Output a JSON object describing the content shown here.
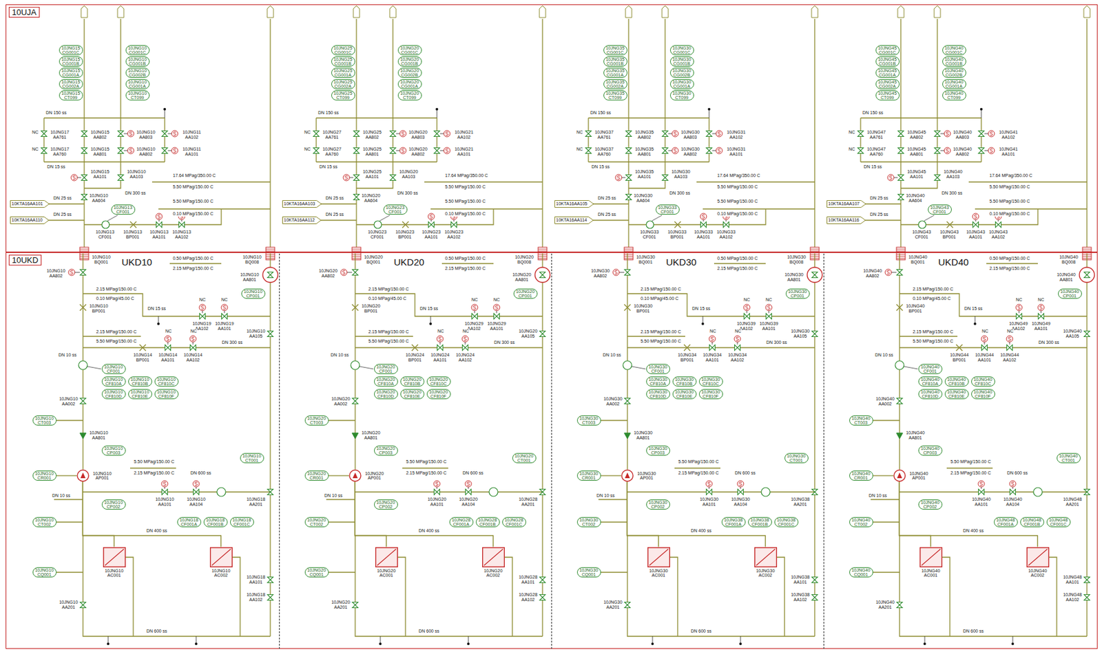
{
  "diagram": {
    "nodes": [
      {
        "text": [
          "10UJA"
        ]
      },
      {
        "text": [
          "10JNG15 CG001C"
        ],
        "in": 0
      },
      {
        "text": [
          "10JNG15 CG001B"
        ],
        "in": 0
      },
      {
        "text": [
          "10JNG15 CG001A"
        ],
        "in": 0
      },
      {
        "text": [
          "10JNG15 CG002A"
        ],
        "in": 0
      },
      {
        "text": [
          "10JNG15 CT099"
        ],
        "in": 0
      },
      {
        "text": [
          "10JNG10 CG001C"
        ],
        "in": 0
      },
      {
        "text": [
          "10JNG10 CG001B"
        ],
        "in": 0
      },
      {
        "text": [
          "10JNG10 CG002B"
        ],
        "in": 0
      },
      {
        "text": [
          "10JNG10 CG001A"
        ],
        "in": 0
      },
      {
        "text": [
          "10JNG10 CT099"
        ],
        "in": 0
      },
      {
        "text": [
          "10JNG13 CF001"
        ],
        "in": 0
      },
      {
        "text": [
          "10KTA16AA101"
        ],
        "in": 0
      },
      {
        "text": [
          "10KTA16AA110"
        ],
        "in": 0
      },
      {
        "text": [
          "10JNG25 CG001C"
        ],
        "in": 0
      },
      {
        "text": [
          "10JNG25 CG001B"
        ],
        "in": 0
      },
      {
        "text": [
          "10JNG25 CG001A"
        ],
        "in": 0
      },
      {
        "text": [
          "10JNG25 CG002A"
        ],
        "in": 0
      },
      {
        "text": [
          "10JNG25 CT099"
        ],
        "in": 0
      },
      {
        "text": [
          "10JNG20 CG001C"
        ],
        "in": 0
      },
      {
        "text": [
          "10JNG20 CG001B"
        ],
        "in": 0
      },
      {
        "text": [
          "10JNG20 CG002B"
        ],
        "in": 0
      },
      {
        "text": [
          "10JNG20 CG001A"
        ],
        "in": 0
      },
      {
        "text": [
          "10JNG20 CT099"
        ],
        "in": 0
      },
      {
        "text": [
          "10JNG23 CF001"
        ],
        "in": 0
      },
      {
        "text": [
          "10KTA16AA103"
        ],
        "in": 0
      },
      {
        "text": [
          "10KTA16AA112"
        ],
        "in": 0
      },
      {
        "text": [
          "10JNG35 CG001C"
        ],
        "in": 0
      },
      {
        "text": [
          "10JNG35 CG001B"
        ],
        "in": 0
      },
      {
        "text": [
          "10JNG35 CG001A"
        ],
        "in": 0
      },
      {
        "text": [
          "10JNG35 CG002A"
        ],
        "in": 0
      },
      {
        "text": [
          "10JNG35 CT099"
        ],
        "in": 0
      },
      {
        "text": [
          "10JNG30 CG001C"
        ],
        "in": 0
      },
      {
        "text": [
          "10JNG30 CG001B"
        ],
        "in": 0
      },
      {
        "text": [
          "10JNG30 CG002B"
        ],
        "in": 0
      },
      {
        "text": [
          "10JNG30 CG001A"
        ],
        "in": 0
      },
      {
        "text": [
          "10JNG30 CT099"
        ],
        "in": 0
      },
      {
        "text": [
          "10JNG33 CF001"
        ],
        "in": 0
      },
      {
        "text": [
          "10KTA16AA105"
        ],
        "in": 0
      },
      {
        "text": [
          "10KTA16AA114"
        ],
        "in": 0
      },
      {
        "text": [
          "10JNG45 CG001C"
        ],
        "in": 0
      },
      {
        "text": [
          "10JNG45 CG001B"
        ],
        "in": 0
      },
      {
        "text": [
          "10JNG45 CG001A"
        ],
        "in": 0
      },
      {
        "text": [
          "10JNG45 CG002A"
        ],
        "in": 0
      },
      {
        "text": [
          "10JNG45 CT099"
        ],
        "in": 0
      },
      {
        "text": [
          "10JNG40 CG001C"
        ],
        "in": 0
      },
      {
        "text": [
          "10JNG40 CG001B"
        ],
        "in": 0
      },
      {
        "text": [
          "10JNG40 CG002B"
        ],
        "in": 0
      },
      {
        "text": [
          "10JNG40 CG001A"
        ],
        "in": 0
      },
      {
        "text": [
          "10JNG40 CT099"
        ],
        "in": 0
      },
      {
        "text": [
          "10JNG43 CF001"
        ],
        "in": 0
      },
      {
        "text": [
          "10KTA16AA107"
        ],
        "in": 0
      },
      {
        "text": [
          "10KTA16AA116"
        ],
        "in": 0
      },
      {
        "text": [
          "10UKD"
        ]
      },
      {
        "text": [
          "UKD10"
        ],
        "in": 53
      },
      {
        "text": [
          "10JNG10 CP001"
        ],
        "in": 54
      },
      {
        "text": [
          "10JNG10 CF001"
        ],
        "in": 54
      },
      {
        "text": [
          "10JNG10 CF810A"
        ],
        "in": 54
      },
      {
        "text": [
          "10JNG10 CF810B"
        ],
        "in": 54
      },
      {
        "text": [
          "10JNG10 CF810C"
        ],
        "in": 54
      },
      {
        "text": [
          "10JNG10 CF810D"
        ],
        "in": 54
      },
      {
        "text": [
          "10JNG10 CF810E"
        ],
        "in": 54
      },
      {
        "text": [
          "10JNG10 CF810F"
        ],
        "in": 54
      },
      {
        "text": [
          "10JNG10 CT003"
        ],
        "in": 54
      },
      {
        "text": [
          "10JNG10 CP003"
        ],
        "in": 54
      },
      {
        "text": [
          "10JNG10 CT001"
        ],
        "in": 54
      },
      {
        "text": [
          "10JNG10 CR001"
        ],
        "in": 54
      },
      {
        "text": [
          "10JNG10 CP002"
        ],
        "in": 54
      },
      {
        "text": [
          "10JNG10 CT002"
        ],
        "in": 54
      },
      {
        "text": [
          "10JNG10 CQ001"
        ],
        "in": 54
      },
      {
        "text": [
          "10JNG18 CF001A"
        ],
        "in": 54
      },
      {
        "text": [
          "10JNG18 CF001B"
        ],
        "in": 54
      },
      {
        "text": [
          "10JNG18 CF001C"
        ],
        "in": 54
      },
      {
        "text": [
          "10JNG10 AP001"
        ],
        "in": 54
      },
      {
        "text": [
          "10JNG10 AC001"
        ],
        "in": 54
      },
      {
        "text": [
          "10JNG10 AC002"
        ],
        "in": 54
      },
      {
        "text": [
          "UKD20"
        ],
        "in": 53
      },
      {
        "text": [
          "10JNG20 CP001"
        ],
        "in": 76
      },
      {
        "text": [
          "10JNG20 CF001"
        ],
        "in": 76
      },
      {
        "text": [
          "10JNG20 CF810A"
        ],
        "in": 76
      },
      {
        "text": [
          "10JNG20 CF810B"
        ],
        "in": 76
      },
      {
        "text": [
          "10JNG20 CF810C"
        ],
        "in": 76
      },
      {
        "text": [
          "10JNG20 CF810D"
        ],
        "in": 76
      },
      {
        "text": [
          "10JNG20 CF810E"
        ],
        "in": 76
      },
      {
        "text": [
          "10JNG20 CF810F"
        ],
        "in": 76
      },
      {
        "text": [
          "10JNG20 CT003"
        ],
        "in": 76
      },
      {
        "text": [
          "10JNG20 CP003"
        ],
        "in": 76
      },
      {
        "text": [
          "10JNG20 CT001"
        ],
        "in": 76
      },
      {
        "text": [
          "10JNG20 CR001"
        ],
        "in": 76
      },
      {
        "text": [
          "10JNG20 CP002"
        ],
        "in": 76
      },
      {
        "text": [
          "10JNG20 CT002"
        ],
        "in": 76
      },
      {
        "text": [
          "10JNG20 CQ001"
        ],
        "in": 76
      },
      {
        "text": [
          "10JNG28 CF001A"
        ],
        "in": 76
      },
      {
        "text": [
          "10JNG28 CF001B"
        ],
        "in": 76
      },
      {
        "text": [
          "10JNG28 CF001C"
        ],
        "in": 76
      },
      {
        "text": [
          "10JNG20 AP001"
        ],
        "in": 76
      },
      {
        "text": [
          "10JNG20 AC001"
        ],
        "in": 76
      },
      {
        "text": [
          "10JNG20 AC002"
        ],
        "in": 76
      },
      {
        "text": [
          "UKD30"
        ],
        "in": 53
      },
      {
        "text": [
          "10JNG30 CP001"
        ],
        "in": 98
      },
      {
        "text": [
          "10JNG30 CF001"
        ],
        "in": 98
      },
      {
        "text": [
          "10JNG30 CF810A"
        ],
        "in": 98
      },
      {
        "text": [
          "10JNG30 CF810B"
        ],
        "in": 98
      },
      {
        "text": [
          "10JNG30 CF810C"
        ],
        "in": 98
      },
      {
        "text": [
          "10JNG30 CF810D"
        ],
        "in": 98
      },
      {
        "text": [
          "10JNG30 CF810E"
        ],
        "in": 98
      },
      {
        "text": [
          "10JNG30 CF810F"
        ],
        "in": 98
      },
      {
        "text": [
          "10JNG30 CT003"
        ],
        "in": 98
      },
      {
        "text": [
          "10JNG30 CP003"
        ],
        "in": 98
      },
      {
        "text": [
          "10JNG30 CT001"
        ],
        "in": 98
      },
      {
        "text": [
          "10JNG30 CR001"
        ],
        "in": 98
      },
      {
        "text": [
          "10JNG30 CP002"
        ],
        "in": 98
      },
      {
        "text": [
          "10JNG30 CT002"
        ],
        "in": 98
      },
      {
        "text": [
          "10JNG30 CQ001"
        ],
        "in": 98
      },
      {
        "text": [
          "10JNG38 CF001A"
        ],
        "in": 98
      },
      {
        "text": [
          "10JNG38 CF001B"
        ],
        "in": 98
      },
      {
        "text": [
          "10JNG38 CF001C"
        ],
        "in": 98
      },
      {
        "text": [
          "10JNG30 AP001"
        ],
        "in": 98
      },
      {
        "text": [
          "10JNG30 AC001"
        ],
        "in": 98
      },
      {
        "text": [
          "10JNG30 AC002"
        ],
        "in": 98
      },
      {
        "text": [
          "UKD40"
        ],
        "in": 53
      },
      {
        "text": [
          "10JNG40 CP001"
        ],
        "in": 120
      },
      {
        "text": [
          "10JNG40 CF001"
        ],
        "in": 120
      },
      {
        "text": [
          "10JNG40 CF810A"
        ],
        "in": 120
      },
      {
        "text": [
          "10JNG40 CF810B"
        ],
        "in": 120
      },
      {
        "text": [
          "10JNG40 CF810C"
        ],
        "in": 120
      },
      {
        "text": [
          "10JNG40 CF810D"
        ],
        "in": 120
      },
      {
        "text": [
          "10JNG40 CF810E"
        ],
        "in": 120
      },
      {
        "text": [
          "10JNG40 CF810F"
        ],
        "in": 120
      },
      {
        "text": [
          "10JNG40 CT003"
        ],
        "in": 120
      },
      {
        "text": [
          "10JNG40 CP003"
        ],
        "in": 120
      },
      {
        "text": [
          "10JNG40 CT001"
        ],
        "in": 120
      },
      {
        "text": [
          "10JNG40 CR001"
        ],
        "in": 120
      },
      {
        "text": [
          "10JNG40 CP002"
        ],
        "in": 120
      },
      {
        "text": [
          "10JNG40 CT002"
        ],
        "in": 120
      },
      {
        "text": [
          "10JNG40 CQ001"
        ],
        "in": 120
      },
      {
        "text": [
          "10JNG48 CF001A"
        ],
        "in": 120
      },
      {
        "text": [
          "10JNG48 CF001B"
        ],
        "in": 120
      },
      {
        "text": [
          "10JNG48 CF001C"
        ],
        "in": 120
      },
      {
        "text": [
          "10JNG40 AP001"
        ],
        "in": 120
      },
      {
        "text": [
          "10JNG40 AC001"
        ],
        "in": 120
      },
      {
        "text": [
          "10JNG40 AC002"
        ],
        "in": 120
      }
    ],
    "edges": [
      {
        "from": 73,
        "to": 74,
        "arrow": "none"
      },
      {
        "from": 73,
        "to": 75,
        "arrow": "none"
      },
      {
        "from": 95,
        "to": 96,
        "arrow": "none"
      },
      {
        "from": 95,
        "to": 97,
        "arrow": "none"
      },
      {
        "from": 117,
        "to": 118,
        "arrow": "none"
      },
      {
        "from": 117,
        "to": 119,
        "arrow": "none"
      },
      {
        "from": 139,
        "to": 140,
        "arrow": "none"
      },
      {
        "from": 139,
        "to": 141,
        "arrow": "none"
      }
    ],
    "labels": [
      "DN 150 ss",
      "NC",
      "NC",
      "10JNG17 AA761",
      "10JNG17 AA760",
      "10JNG15 AA802",
      "10JNG15 AA801",
      "10JNG10 AA803",
      "10JNG10 AA802",
      "10JNG11 AA102",
      "10JNG11 AA101",
      "DN 15 ss",
      "10JNG15 AA101",
      "10JNG10 AA103",
      "17.64 MPag/350.00 C",
      "5.50 MPag/150.00 C",
      "DN 300 ss",
      "5.50 MPag/150.00 C",
      "0.10 MPag/150.00 C",
      "DN 25 ss",
      "DN 25 ss",
      "10JNG10 AA604",
      "10JNG13 CF001",
      "10JNG13 BP001",
      "10JNG13 AA101",
      "10JNG13 AA102",
      "DN 150 ss",
      "NC",
      "NC",
      "10JNG27 AA761",
      "10JNG27 AA760",
      "10JNG25 AA802",
      "10JNG25 AA801",
      "10JNG20 AA803",
      "10JNG20 AA802",
      "10JNG21 AA102",
      "10JNG21 AA101",
      "DN 15 ss",
      "10JNG25 AA101",
      "10JNG20 AA103",
      "17.64 MPag/350.00 C",
      "5.50 MPag/150.00 C",
      "DN 300 ss",
      "5.50 MPag/150.00 C",
      "0.10 MPag/150.00 C",
      "DN 25 ss",
      "DN 25 ss",
      "10JNG20 AA604",
      "10JNG23 CF001",
      "10JNG23 BP001",
      "10JNG23 AA101",
      "10JNG23 AA102",
      "DN 150 ss",
      "NC",
      "NC",
      "10JNG37 AA761",
      "10JNG37 AA760",
      "10JNG35 AA802",
      "10JNG35 AA801",
      "10JNG30 AA803",
      "10JNG30 AA802",
      "10JNG31 AA102",
      "10JNG31 AA101",
      "DN 15 ss",
      "10JNG35 AA101",
      "10JNG30 AA103",
      "17.64 MPag/350.00 C",
      "5.50 MPag/150.00 C",
      "DN 300 ss",
      "5.50 MPag/150.00 C",
      "0.10 MPag/150.00 C",
      "DN 25 ss",
      "DN 25 ss",
      "10JNG30 AA604",
      "10JNG33 CF001",
      "10JNG33 BP001",
      "10JNG33 AA101",
      "10JNG33 AA102",
      "DN 150 ss",
      "NC",
      "NC",
      "10JNG47 AA761",
      "10JNG47 AA760",
      "10JNG45 AA802",
      "10JNG45 AA801",
      "10JNG40 AA803",
      "10JNG40 AA802",
      "10JNG41 AA102",
      "10JNG41 AA101",
      "DN 15 ss",
      "10JNG45 AA101",
      "10JNG40 AA103",
      "17.64 MPag/350.00 C",
      "5.50 MPag/150.00 C",
      "DN 300 ss",
      "5.50 MPag/150.00 C",
      "0.10 MPag/150.00 C",
      "DN 25 ss",
      "DN 25 ss",
      "10JNG40 AA604",
      "10JNG43 CF001",
      "10JNG43 BP001",
      "10JNG43 AA101",
      "10JNG43 AA102",
      "10JNG10 BQ001",
      "0.50 MPag/150.00 C",
      "2.15 MPag/150.00 C",
      "10JNG10 BQ008",
      "10JNG10 AA802",
      "10JNG10 AA801",
      "2.15 MPag/150.00 C",
      "0.10 MPag/45.00 C",
      "DN 15 ss",
      "NC",
      "NC",
      "10JNG19 AA102",
      "10JNG19 AA101",
      "10JNG10 AA105",
      "10JNG10 BP001",
      "2.15 MPag/150.00 C",
      "5.50 MPag/150.00 C",
      "NC",
      "NC",
      "DN 300 ss",
      "10JNG14 BP001",
      "10JNG14 AA101",
      "10JNG14 AA102",
      "DN 10 ss",
      "10JNG10 AA002",
      "10JNG10 AA801",
      "5.50 MPag/150.00 C",
      "2.15 MPag/150.00 C",
      "DN 600 ss",
      "10JNG10 AA101",
      "10JNG10 AA104",
      "10JNG18 AA201",
      "DN 400 ss",
      "10JNG18 AA101",
      "10JNG18 AA102",
      "10JNG10 AA201",
      "DN 600 ss",
      "DN 10 ss",
      "10JNG20 BQ001",
      "0.50 MPag/150.00 C",
      "2.15 MPag/150.00 C",
      "10JNG20 BQ008",
      "10JNG20 AA802",
      "10JNG20 AA801",
      "2.15 MPag/150.00 C",
      "0.10 MPag/45.00 C",
      "DN 15 ss",
      "NC",
      "NC",
      "10JNG29 AA102",
      "10JNG29 AA101",
      "10JNG20 AA105",
      "10JNG20 BP001",
      "2.15 MPag/150.00 C",
      "5.50 MPag/150.00 C",
      "NC",
      "NC",
      "DN 300 ss",
      "10JNG24 BP001",
      "10JNG24 AA101",
      "10JNG24 AA102",
      "DN 10 ss",
      "10JNG20 AA002",
      "10JNG20 AA801",
      "5.50 MPag/150.00 C",
      "2.15 MPag/150.00 C",
      "DN 600 ss",
      "10JNG20 AA101",
      "10JNG20 AA104",
      "10JNG28 AA201",
      "DN 400 ss",
      "10JNG28 AA101",
      "10JNG28 AA102",
      "10JNG20 AA201",
      "DN 600 ss",
      "DN 10 ss",
      "10JNG30 BQ001",
      "0.50 MPag/150.00 C",
      "2.15 MPag/150.00 C",
      "10JNG30 BQ008",
      "10JNG30 AA802",
      "10JNG30 AA801",
      "2.15 MPag/150.00 C",
      "0.10 MPag/45.00 C",
      "DN 15 ss",
      "NC",
      "NC",
      "10JNG39 AA102",
      "10JNG39 AA101",
      "10JNG30 AA105",
      "10JNG30 BP001",
      "2.15 MPag/150.00 C",
      "5.50 MPag/150.00 C",
      "NC",
      "NC",
      "DN 300 ss",
      "10JNG34 BP001",
      "10JNG34 AA101",
      "10JNG34 AA102",
      "DN 10 ss",
      "10JNG30 AA002",
      "10JNG30 AA801",
      "5.50 MPag/150.00 C",
      "2.15 MPag/150.00 C",
      "DN 600 ss",
      "10JNG30 AA101",
      "10JNG30 AA104",
      "10JNG38 AA201",
      "DN 400 ss",
      "10JNG38 AA101",
      "10JNG38 AA102",
      "10JNG30 AA201",
      "DN 600 ss",
      "DN 10 ss",
      "10JNG40 BQ001",
      "0.50 MPag/150.00 C",
      "2.15 MPag/150.00 C",
      "10JNG40 BQ008",
      "10JNG40 AA802",
      "10JNG40 AA801",
      "2.15 MPag/150.00 C",
      "0.10 MPag/45.00 C",
      "DN 15 ss",
      "NC",
      "NC",
      "10JNG49 AA102",
      "10JNG49 AA101",
      "10JNG40 AA105",
      "10JNG40 BP001",
      "2.15 MPag/150.00 C",
      "5.50 MPag/150.00 C",
      "NC",
      "NC",
      "DN 300 ss",
      "10JNG44 BP001",
      "10JNG44 AA101",
      "10JNG44 AA102",
      "DN 10 ss",
      "10JNG40 AA002",
      "10JNG40 AA801",
      "5.50 MPag/150.00 C",
      "2.15 MPag/150.00 C",
      "DN 600 ss",
      "10JNG40 AA101",
      "10JNG40 AA104",
      "10JNG48 AA201",
      "DN 400 ss",
      "10JNG48 AA101",
      "10JNG48 AA102",
      "10JNG40 AA201",
      "DN 600 ss",
      "DN 10 ss"
    ]
  }
}
